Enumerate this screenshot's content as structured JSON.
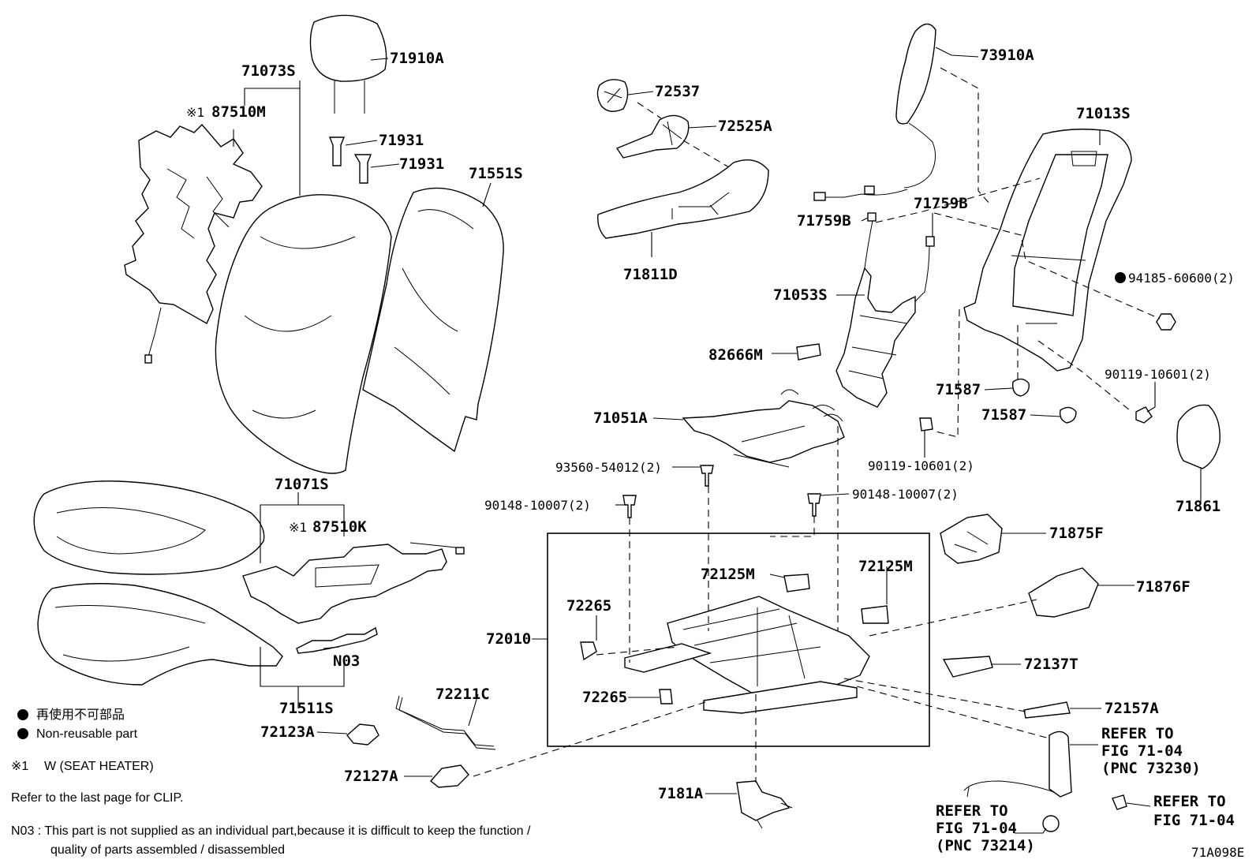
{
  "labels": {
    "p71910A": "71910A",
    "p71073S": "71073S",
    "p87510M": "87510M",
    "p71931a": "71931",
    "p71931b": "71931",
    "p71551S": "71551S",
    "p72537": "72537",
    "p72525A": "72525A",
    "p71811D": "71811D",
    "p73910A": "73910A",
    "p71013S": "71013S",
    "p71759B_a": "71759B",
    "p71759B_b": "71759B",
    "p71053S": "71053S",
    "p94185": "94185-60600(2)",
    "p82666M": "82666M",
    "p71587a": "71587",
    "p71587b": "71587",
    "p90119a": "90119-10601(2)",
    "p71051A": "71051A",
    "p90119b": "90119-10601(2)",
    "p93560": "93560-54012(2)",
    "p90148a": "90148-10007(2)",
    "p90148b": "90148-10007(2)",
    "p71071S": "71071S",
    "p87510K": "87510K",
    "p71861": "71861",
    "p71875F": "71875F",
    "p72125M_a": "72125M",
    "p72125M_b": "72125M",
    "p71876F": "71876F",
    "p72265a": "72265",
    "p72010": "72010",
    "pN03": "N03",
    "p72137T": "72137T",
    "p72265b": "72265",
    "p71511S": "71511S",
    "p72211C": "72211C",
    "p72157A": "72157A",
    "p72123A": "72123A",
    "p72127A": "72127A",
    "p7181A": "7181A"
  },
  "kome_mark": "※1",
  "refers": {
    "r1_line1": "REFER TO",
    "r1_line2": "FIG 71-04",
    "r1_line3": "(PNC 73230)",
    "r2_line1": "REFER TO",
    "r2_line2": "FIG 71-04",
    "r3_line1": "REFER TO",
    "r3_line2": "FIG 71-04",
    "r3_line3": "(PNC 73214)"
  },
  "legend": {
    "jp": "再使用不可部品",
    "en": "Non-reusable part",
    "note_mark": "※1",
    "note_text": "W (SEAT HEATER)",
    "clip_note": "Refer to the last page for CLIP.",
    "n03_line1": "N03 : This part is not supplied as an individual part,because it is difficult to keep the function /",
    "n03_line2": "quality of parts assembled / disassembled"
  },
  "figure_id": "71A098E"
}
